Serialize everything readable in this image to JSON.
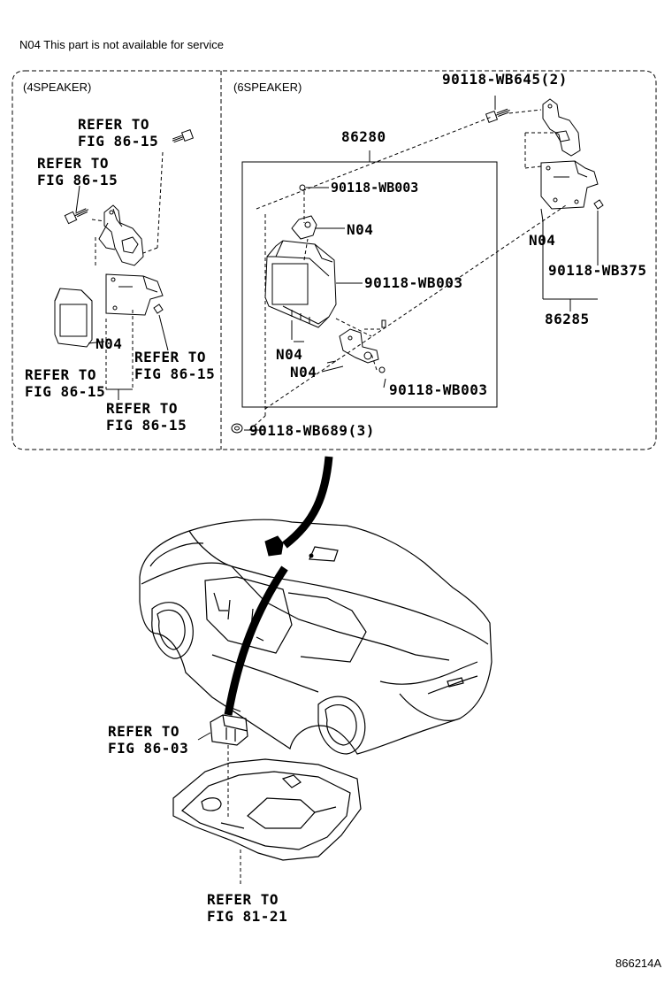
{
  "note": "N04 This part is not available for service",
  "panels": {
    "left_title": "(4SPEAKER)",
    "right_title": "(6SPEAKER)"
  },
  "left_labels": {
    "refer_a_line1": "REFER TO",
    "refer_a_line2": "FIG 86-15",
    "refer_b_line1": "REFER TO",
    "refer_b_line2": "FIG 86-15",
    "refer_c_line1": "REFER TO",
    "refer_c_line2": "FIG 86-15",
    "refer_d_line1": "REFER TO",
    "refer_d_line2": "FIG 86-15",
    "refer_e_line1": "REFER TO",
    "refer_e_line2": "FIG 86-15",
    "n04": "N04"
  },
  "right_labels": {
    "part_86280": "86280",
    "bolt_wb003_top": "90118-WB003",
    "n04_top": "N04",
    "bolt_wb003_mid": "90118-WB003",
    "n04_mid": "N04",
    "n04_low": "N04",
    "bolt_wb003_low": "90118-WB003",
    "nut_wb689": "90118-WB689(3)",
    "bolt_wb645": "90118-WB645(2)",
    "n04_bracket": "N04",
    "bolt_wb375": "90118-WB375",
    "part_86285": "86285"
  },
  "lower_labels": {
    "refer_switch_line1": "REFER TO",
    "refer_switch_line2": "FIG 86-03",
    "refer_console_line1": "REFER TO",
    "refer_console_line2": "FIG 81-21"
  },
  "diagram_id": "866214A"
}
